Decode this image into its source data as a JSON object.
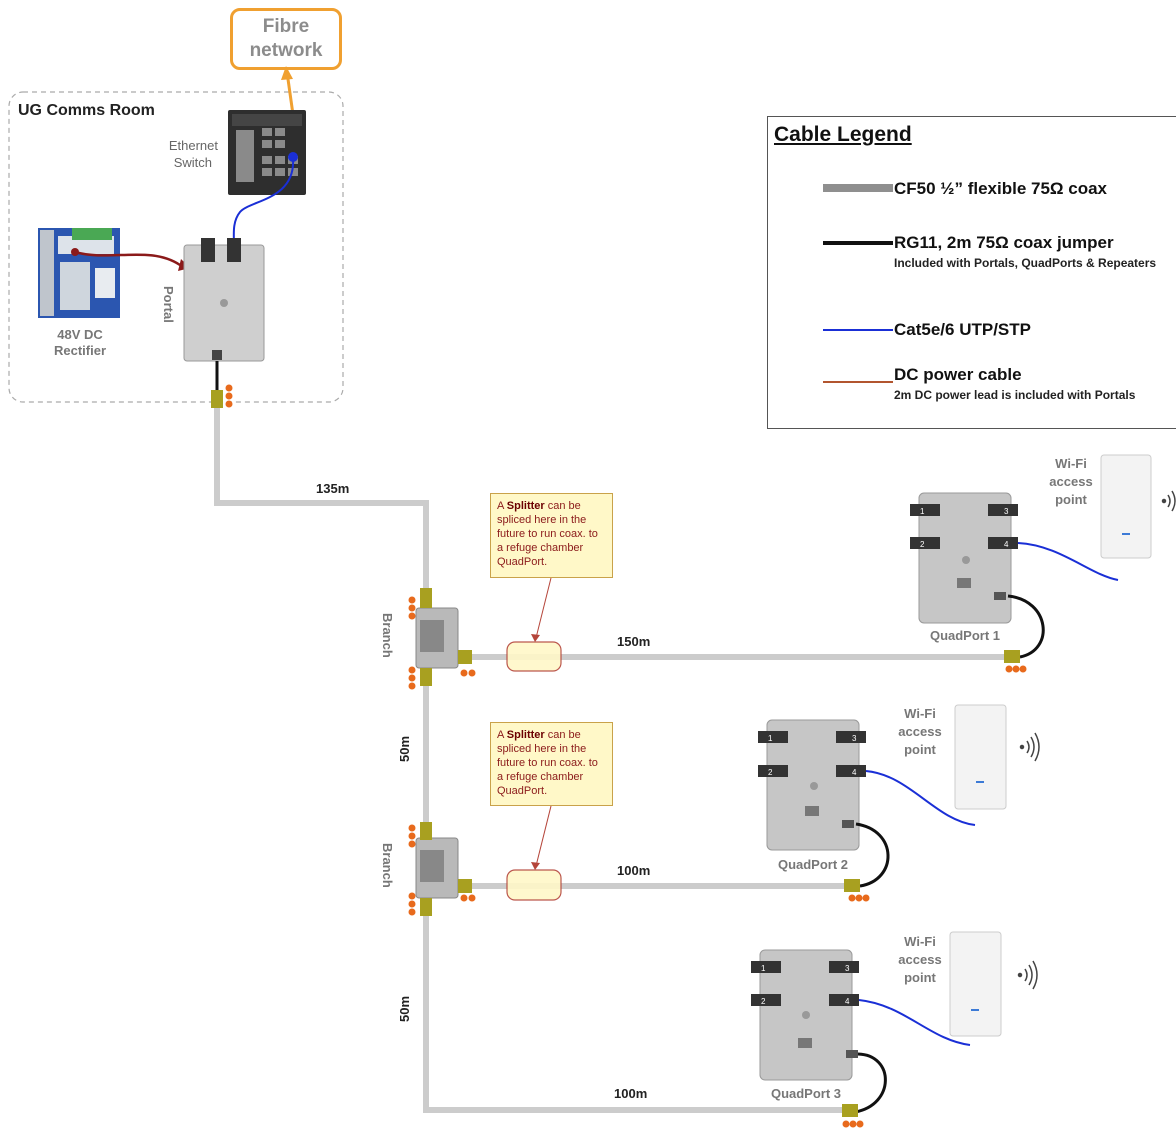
{
  "fibre": {
    "line1": "Fibre",
    "line2": "network"
  },
  "room": {
    "title": "UG Comms Room"
  },
  "switch": {
    "line1": "Ethernet",
    "line2": "Switch"
  },
  "rectifier": {
    "line1": "48V DC",
    "line2": "Rectifier"
  },
  "portal": {
    "label": "Portal"
  },
  "branches": [
    {
      "label": "Branch"
    },
    {
      "label": "Branch"
    }
  ],
  "distances": {
    "main": "135m",
    "qp1": "150m",
    "seg1": "50m",
    "qp2": "100m",
    "seg2": "50m",
    "qp3": "100m"
  },
  "notes": [
    {
      "pre": "A ",
      "bold": "Splitter",
      "post": " can be spliced here in the future to run coax. to a refuge chamber QuadPort."
    },
    {
      "pre": "A ",
      "bold": "Splitter",
      "post": " can be spliced here in the future to run coax. to a refuge chamber QuadPort."
    }
  ],
  "quadports": [
    {
      "label": "QuadPort 1"
    },
    {
      "label": "QuadPort 2"
    },
    {
      "label": "QuadPort 3"
    }
  ],
  "wifi": [
    {
      "line1": "Wi-Fi",
      "line2": "access",
      "line3": "point"
    },
    {
      "line1": "Wi-Fi",
      "line2": "access",
      "line3": "point"
    },
    {
      "line1": "Wi-Fi",
      "line2": "access",
      "line3": "point"
    }
  ],
  "port_labels": [
    "1",
    "2",
    "3",
    "4"
  ],
  "legend": {
    "title": "Cable Legend",
    "items": [
      {
        "title": "CF50 ½” flexible 75Ω coax",
        "sub": "",
        "color": "#8f8f8f"
      },
      {
        "title": "RG11, 2m 75Ω coax jumper",
        "sub": "Included with Portals, QuadPorts & Repeaters",
        "color": "#111111"
      },
      {
        "title": "Cat5e/6 UTP/STP",
        "sub": "",
        "color": "#1a2fd6"
      },
      {
        "title": "DC power cable",
        "sub": "2m DC power lead is included with Portals",
        "color": "#b2552f"
      }
    ]
  },
  "colors": {
    "coax_trunk": "#cccccc",
    "jumper": "#111111",
    "ethernet": "#1a2fd6",
    "power": "#8b1a1a",
    "fibre": "#f0a030",
    "connector": "#a8a020",
    "led": "#e86a1c"
  }
}
